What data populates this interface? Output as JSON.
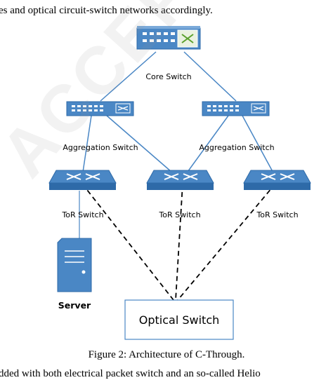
{
  "top_text": "es and optical circuit-switch networks accordingly.",
  "diagram": {
    "core_label": "Core Switch",
    "aggregation_labels": [
      "Aggregation Switch",
      "Aggregation Switch"
    ],
    "tor_labels": [
      "ToR Switch",
      "ToR Switch",
      "ToR Switch"
    ],
    "server_label": "Server",
    "optical_label": "Optical Switch",
    "colors": {
      "switch": "#4a87c5",
      "switch_dark": "#2e6aa8",
      "link": "#4a87c5",
      "optical_link": "#000000"
    }
  },
  "caption": "Figure 2: Architecture of C-Through.",
  "bottom_text": "dded with both electrical packet switch and an so-called Helio",
  "watermark": "ACCEPTED MANUSCRIPT"
}
